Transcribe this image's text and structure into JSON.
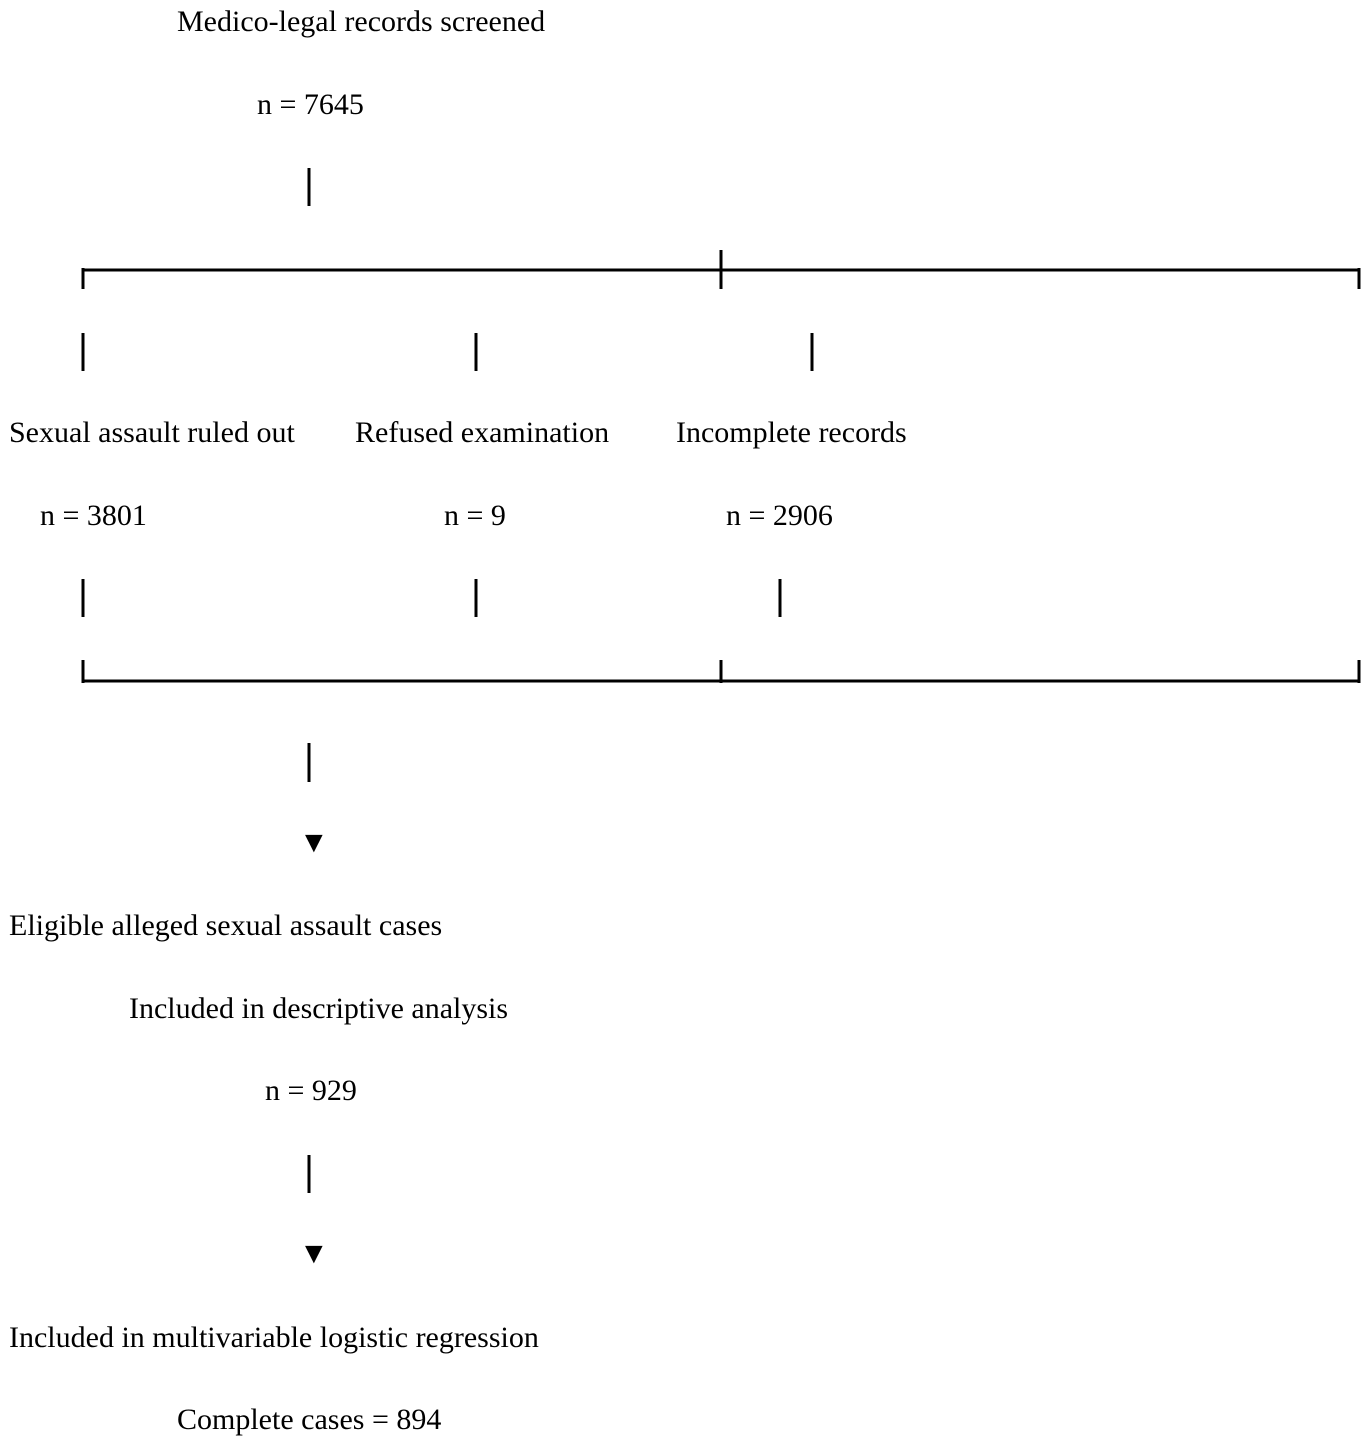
{
  "screened": {
    "label": "Medico-legal records screened",
    "count": "n = 7645"
  },
  "exclusions": [
    {
      "label": "Sexual assault ruled out",
      "count": "n = 3801"
    },
    {
      "label": "Refused examination",
      "count": "n = 9"
    },
    {
      "label": "Incomplete records",
      "count": "n = 2906"
    }
  ],
  "eligible": {
    "label": "Eligible alleged sexual assault cases",
    "sublabel": "Included in descriptive analysis",
    "count": "n = 929"
  },
  "regression": {
    "label": "Included in multivariable logistic regression",
    "count": "Complete cases = 894"
  },
  "arrow_glyph": "▼"
}
